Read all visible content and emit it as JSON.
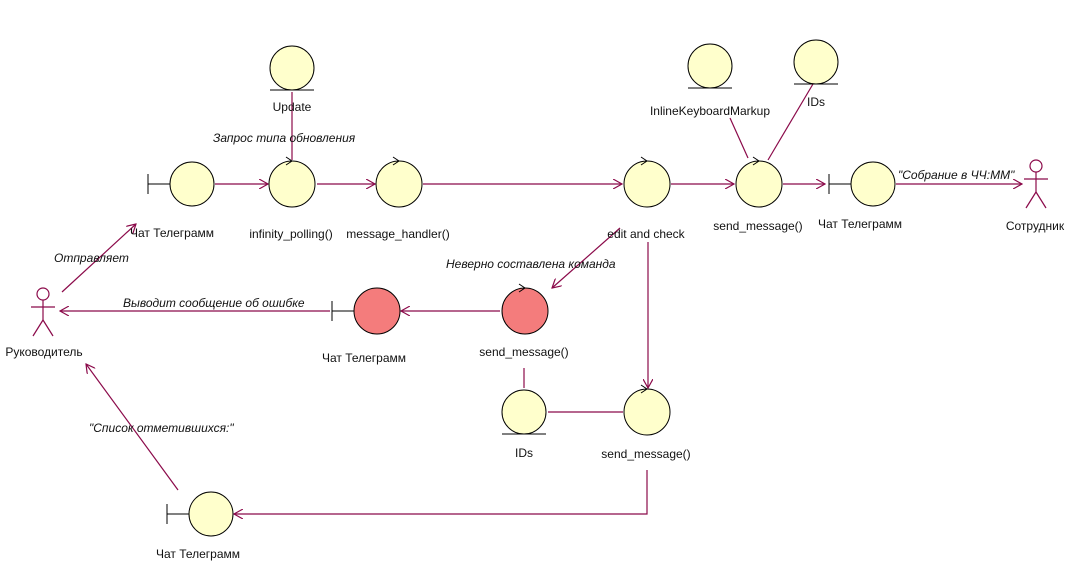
{
  "colors": {
    "object_fill": "#ffffcc",
    "error_fill": "#f47c7c",
    "line": "#8b0a4a",
    "actor_stroke": "#8b0a4a"
  },
  "entities": {
    "entity_update": "Update",
    "entity_keyboard": "InlineKeyboardMarkup",
    "entity_ids_top": "IDs",
    "entity_ids_bottom": "IDs"
  },
  "boundaries": {
    "chat_top_left": "Чат Телеграмм",
    "chat_top_right": "Чат Телеграмм",
    "chat_error": "Чат Телеграмм",
    "chat_bottom": "Чат Телеграмм"
  },
  "controls": {
    "infinity_polling": "infinity_polling()",
    "message_handler": "message_handler()",
    "edit_check": "edit and check",
    "send_message_top": "send_message()",
    "send_message_error": "send_message()",
    "send_message_bottom": "send_message()"
  },
  "actors": {
    "manager": "Руководитель",
    "employee": "Сотрудник"
  },
  "messages": {
    "sends": "Отправляет",
    "update_type_request": "Запрос типа обновления",
    "invalid_command": "Неверно составлена команда",
    "error_output": "Выводит сообщение об ошибке",
    "meeting_at": "\"Собрание в ЧЧ:ММ\"",
    "attendees_list": "\"Список отметившихся:\""
  }
}
